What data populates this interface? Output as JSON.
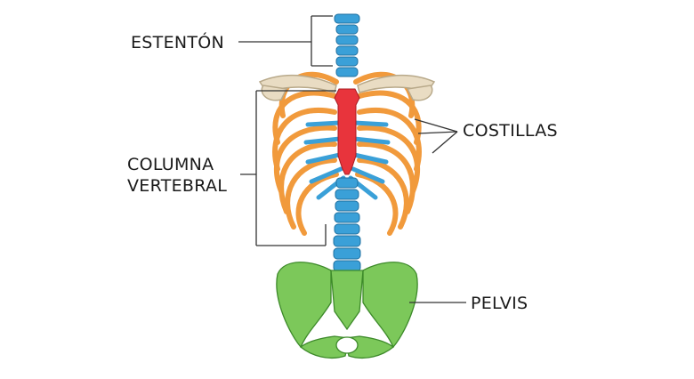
{
  "labels": {
    "estenton": "ESTENTÓN",
    "costillas": "COSTILLAS",
    "columna_line1": "COLUMNA",
    "columna_line2": "VERTEBRAL",
    "pelvis": "PELVIS"
  },
  "colors": {
    "spine": "#3aa0d8",
    "ribs": "#f19a3c",
    "sternum": "#e8343c",
    "pelvis": "#7cc85a",
    "clavicle": "#e9dcc3",
    "leader_lines": "#333333"
  }
}
